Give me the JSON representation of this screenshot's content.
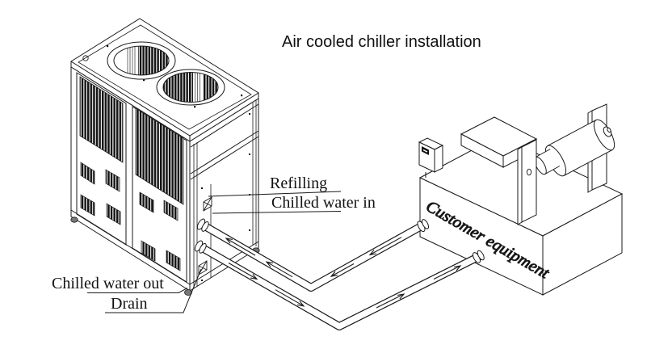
{
  "title": "Air cooled chiller installation",
  "chiller": {
    "name": "air cooled chiller",
    "label_refilling": "Refilling",
    "label_chilled_water_in": "Chilled water in",
    "label_chilled_water_out": "Chilled water out",
    "label_drain": "Drain",
    "fan_openings": 2,
    "connections": [
      "Refilling",
      "Chilled water in",
      "Chilled water out",
      "Drain"
    ]
  },
  "equipment": {
    "label": "Customer equipment"
  },
  "pipes": [
    {
      "name": "chilled water in",
      "flow": "customer equipment to chiller"
    },
    {
      "name": "chilled water out",
      "flow": "chiller to customer equipment"
    }
  ],
  "colors": {
    "line": "#1a1a1a",
    "background": "#ffffff",
    "panel_fill": "#151515"
  }
}
